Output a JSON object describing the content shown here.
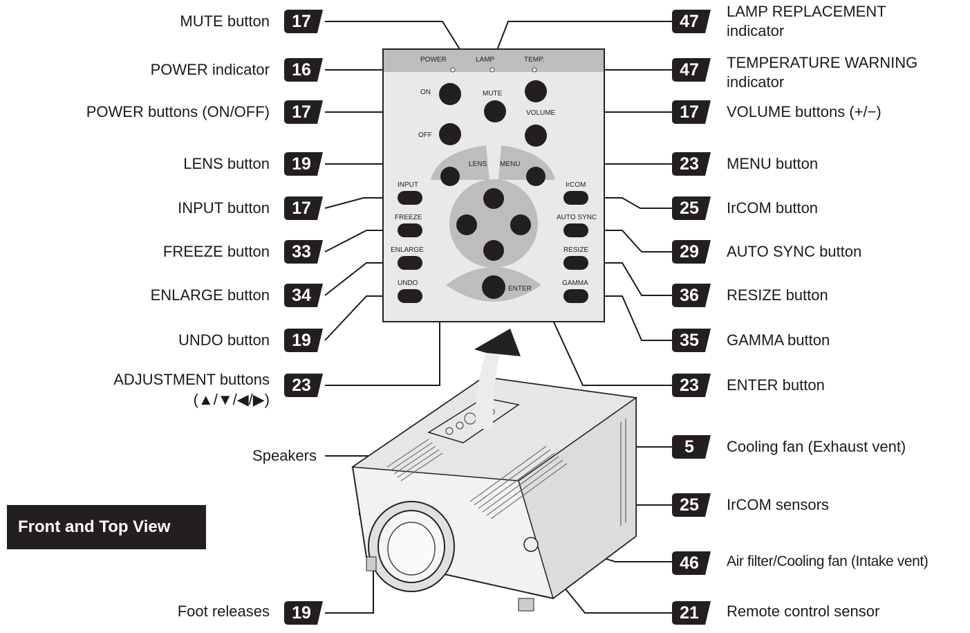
{
  "labels": {
    "mute": "MUTE button",
    "power_indicator": "POWER indicator",
    "power_buttons": "POWER buttons (ON/OFF)",
    "lens": "LENS button",
    "input": "INPUT button",
    "freeze": "FREEZE button",
    "enlarge": "ENLARGE button",
    "undo": "UNDO button",
    "adjustment_1": "ADJUSTMENT buttons",
    "adjustment_2": "(▲/▼/◀/▶)",
    "speakers": "Speakers",
    "foot_releases": "Foot releases",
    "lamp_1": "LAMP REPLACEMENT",
    "lamp_2": "indicator",
    "temp_1": "TEMPERATURE WARNING",
    "temp_2": "indicator",
    "volume": "VOLUME buttons (+/−)",
    "menu": "MENU button",
    "ircom": "IrCOM button",
    "auto_sync": "AUTO SYNC button",
    "resize": "RESIZE button",
    "gamma": "GAMMA button",
    "enter": "ENTER button",
    "cooling_fan": "Cooling fan (Exhaust vent)",
    "ircom_sensors": "IrCOM sensors",
    "air_filter": "Air filter/Cooling fan (Intake vent)",
    "remote_sensor": "Remote control sensor"
  },
  "pages": {
    "mute": "17",
    "power_indicator": "16",
    "power_buttons": "17",
    "lens": "19",
    "input": "17",
    "freeze": "33",
    "enlarge": "34",
    "undo": "19",
    "adjustment": "23",
    "foot_releases": "19",
    "lamp": "47",
    "temp": "47",
    "volume": "17",
    "menu": "23",
    "ircom": "25",
    "auto_sync": "29",
    "resize": "36",
    "gamma": "35",
    "enter": "23",
    "cooling_fan": "5",
    "ircom_sensors": "25",
    "air_filter": "46",
    "remote_sensor": "21"
  },
  "panel": {
    "power": "POWER",
    "lamp": "LAMP",
    "temp": "TEMP.",
    "on": "ON",
    "off": "OFF",
    "mute": "MUTE",
    "volume": "VOLUME",
    "lens": "LENS",
    "menu": "MENU",
    "input": "INPUT",
    "ircom": "IrCOM",
    "freeze": "FREEZE",
    "auto_sync": "AUTO SYNC",
    "enlarge": "ENLARGE",
    "resize": "RESIZE",
    "undo": "UNDO",
    "gamma": "GAMMA",
    "enter": "ENTER"
  },
  "section_title": "Front and Top View",
  "colors": {
    "badge": "#231f20",
    "panel": "#e9e9e8",
    "panel_header": "#bdbdbb",
    "button": "#231f20"
  }
}
